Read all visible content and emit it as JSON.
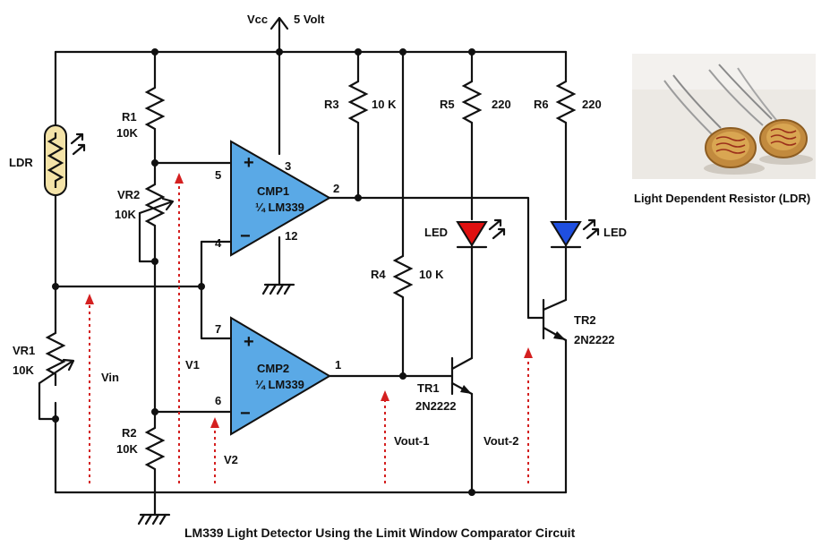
{
  "diagram": {
    "title": "LM339 Light Detector Using the Limit Window Comparator Circuit",
    "supply": {
      "name": "Vcc",
      "value": "5 Volt"
    },
    "photo_caption": "Light Dependent Resistor (LDR)",
    "components": {
      "ldr": {
        "label": "LDR"
      },
      "r1": {
        "name": "R1",
        "value": "10K"
      },
      "r2": {
        "name": "R2",
        "value": "10K"
      },
      "r3": {
        "name": "R3",
        "value": "10 K"
      },
      "r4": {
        "name": "R4",
        "value": "10 K"
      },
      "r5": {
        "name": "R5",
        "value": "220"
      },
      "r6": {
        "name": "R6",
        "value": "220"
      },
      "vr1": {
        "name": "VR1",
        "value": "10K"
      },
      "vr2": {
        "name": "VR2",
        "value": "10K"
      },
      "led1": {
        "label": "LED",
        "color": "#e01010"
      },
      "led2": {
        "label": "LED",
        "color": "#1f4fe0"
      },
      "tr1": {
        "name": "TR1",
        "part": "2N2222"
      },
      "tr2": {
        "name": "TR2",
        "part": "2N2222"
      },
      "cmp1": {
        "name": "CMP1",
        "part": "¼ LM339"
      },
      "cmp2": {
        "name": "CMP2",
        "part": "¼ LM339"
      }
    },
    "pins": {
      "cmp1_plus": "5",
      "cmp1_minus": "4",
      "cmp1_vcc": "3",
      "cmp1_out": "2",
      "cmp1_gnd": "12",
      "cmp2_plus": "7",
      "cmp2_minus": "6",
      "cmp2_out": "1"
    },
    "signals": {
      "vin": "Vin",
      "v1": "V1",
      "v2": "V2",
      "vout1": "Vout-1",
      "vout2": "Vout-2"
    },
    "colors": {
      "opamp_fill": "#5aa9e6",
      "measure_arrow": "#d42020"
    }
  }
}
